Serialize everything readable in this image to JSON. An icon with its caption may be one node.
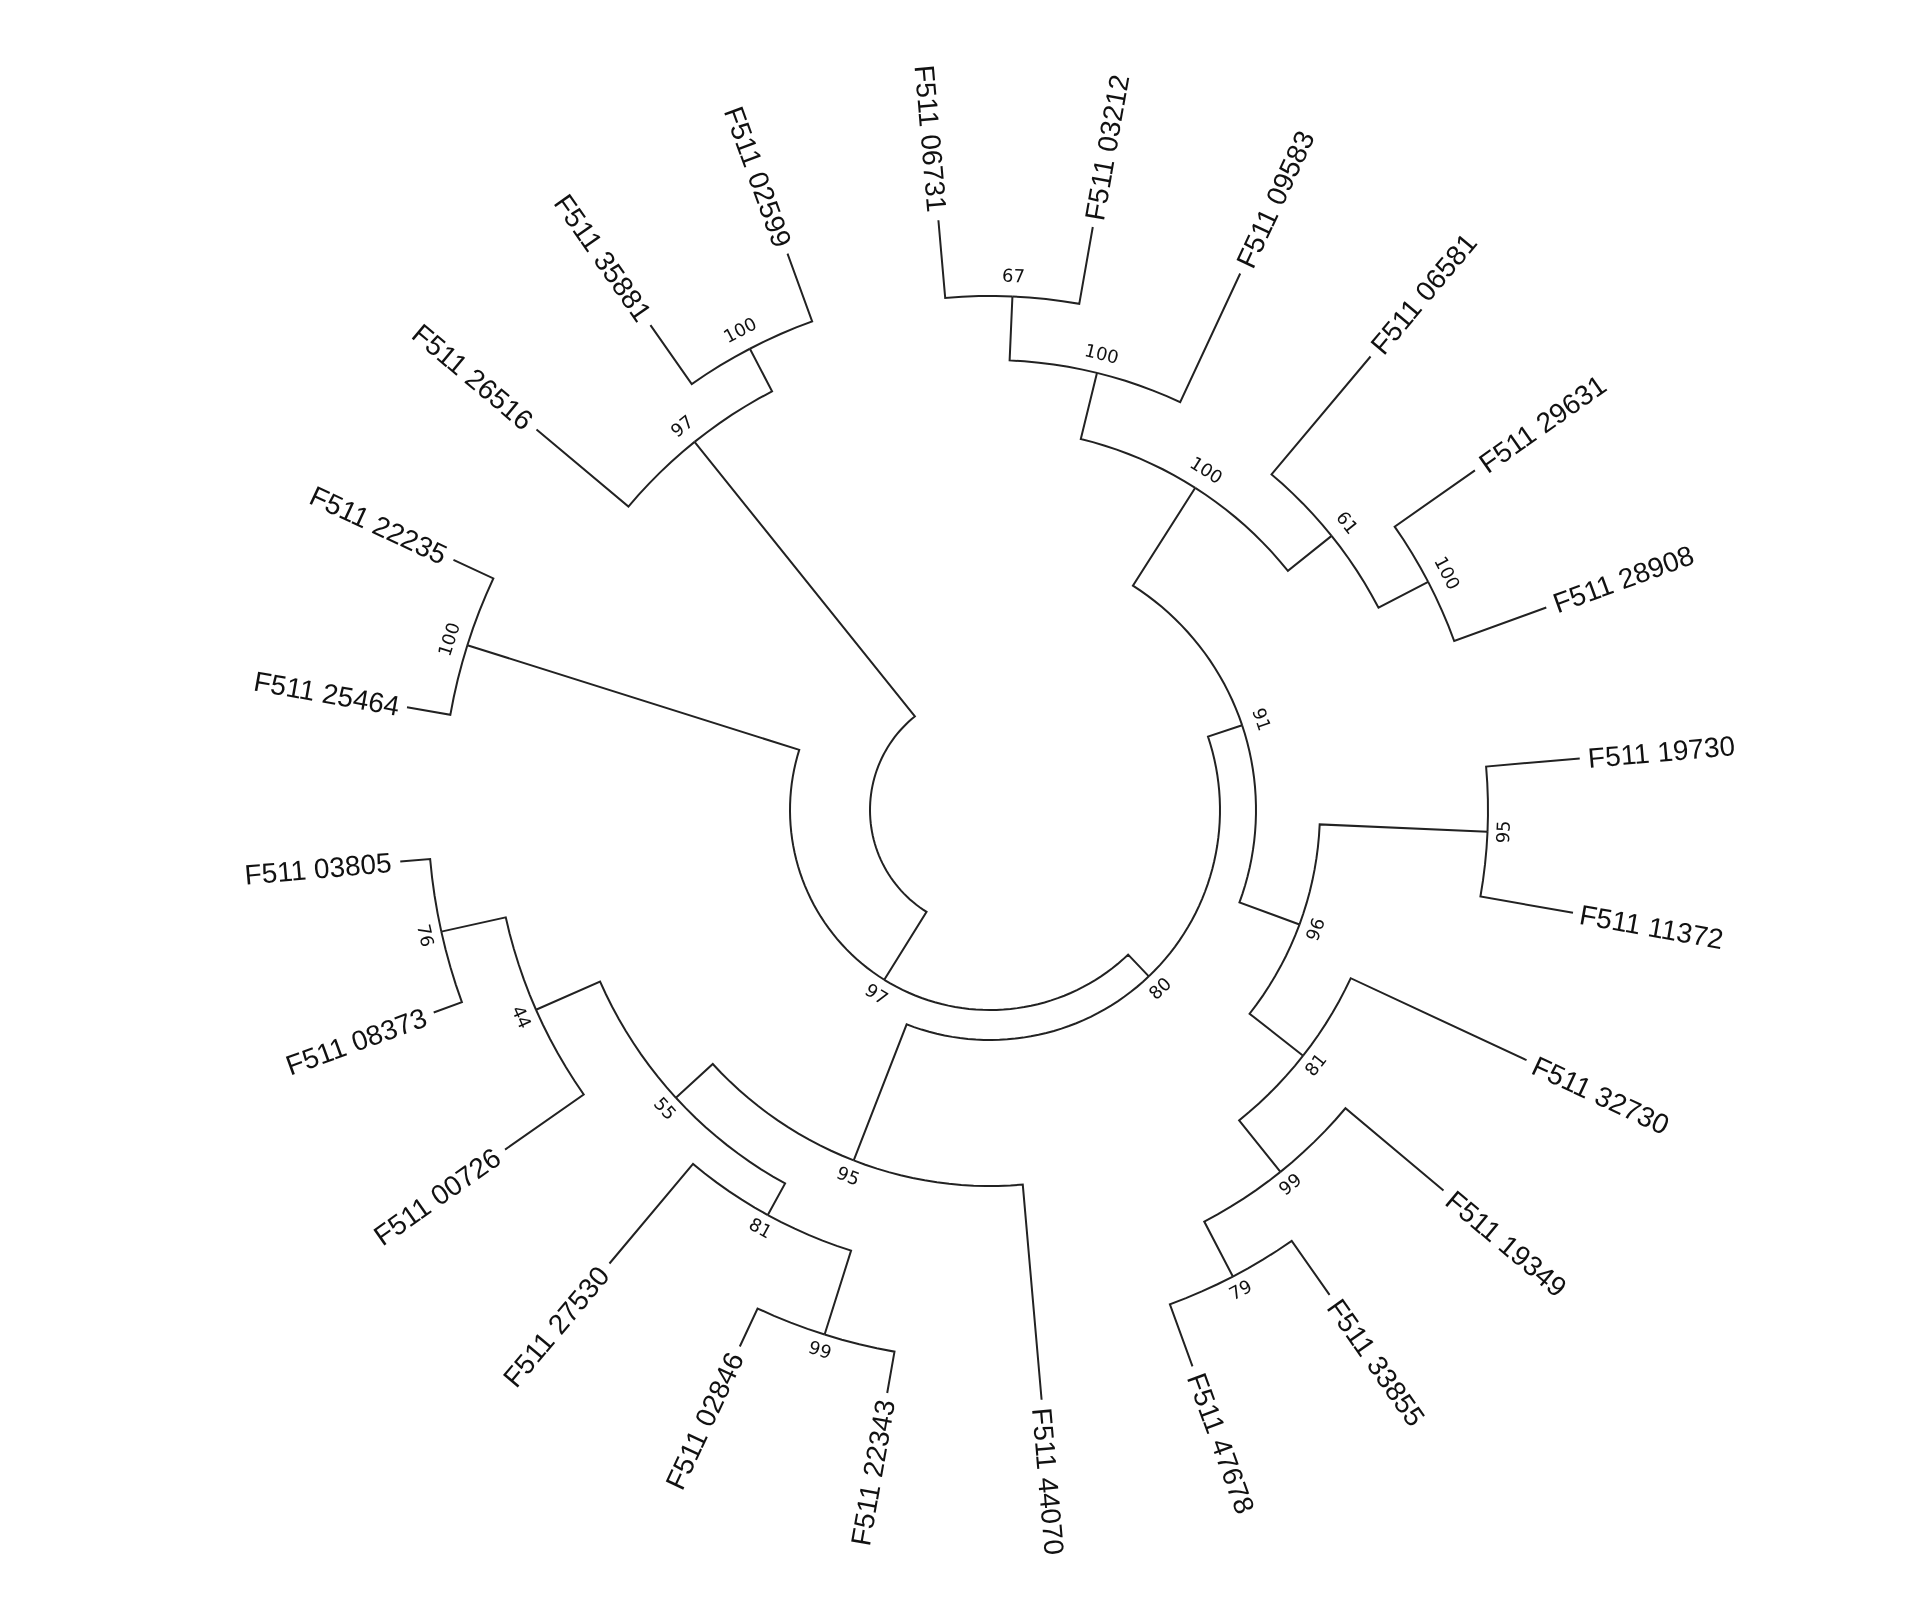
{
  "diagram": {
    "nodes": [
      {
        "text": [
          "97"
        ]
      },
      {
        "text": [
          "100"
        ]
      },
      {
        "text": [
          "F511 26516"
        ]
      },
      {
        "text": [
          "F511 35881"
        ]
      },
      {
        "text": [
          "F511 02599"
        ]
      },
      {
        "text": [
          "100"
        ]
      },
      {
        "text": [
          "F511 22235"
        ]
      },
      {
        "text": [
          "F511 25464"
        ]
      },
      {
        "text": [
          "97"
        ]
      },
      {
        "text": [
          "80"
        ]
      },
      {
        "text": [
          "91"
        ]
      },
      {
        "text": [
          "100"
        ]
      },
      {
        "text": [
          "100"
        ]
      },
      {
        "text": [
          "67"
        ]
      },
      {
        "text": [
          "F511 06731"
        ]
      },
      {
        "text": [
          "F511 03212"
        ]
      },
      {
        "text": [
          "F511 09583"
        ]
      },
      {
        "text": [
          "61"
        ]
      },
      {
        "text": [
          "F511 06581"
        ]
      },
      {
        "text": [
          "100"
        ]
      },
      {
        "text": [
          "F511 29631"
        ]
      },
      {
        "text": [
          "F511 28908"
        ]
      },
      {
        "text": [
          "96"
        ]
      },
      {
        "text": [
          "95"
        ]
      },
      {
        "text": [
          "F511 19730"
        ]
      },
      {
        "text": [
          "F511 11372"
        ]
      },
      {
        "text": [
          "81"
        ]
      },
      {
        "text": [
          "F511 32730"
        ]
      },
      {
        "text": [
          "99"
        ]
      },
      {
        "text": [
          "F511 19349"
        ]
      },
      {
        "text": [
          "79"
        ]
      },
      {
        "text": [
          "F511 33855"
        ]
      },
      {
        "text": [
          "F511 47678"
        ]
      },
      {
        "text": [
          "95"
        ]
      },
      {
        "text": [
          "F511 44070"
        ]
      },
      {
        "text": [
          "55"
        ]
      },
      {
        "text": [
          "81"
        ]
      },
      {
        "text": [
          "F511 27530"
        ]
      },
      {
        "text": [
          "99"
        ]
      },
      {
        "text": [
          "F511 02846"
        ]
      },
      {
        "text": [
          "F511 22343"
        ]
      },
      {
        "text": [
          "44"
        ]
      },
      {
        "text": [
          "F511 00726"
        ]
      },
      {
        "text": [
          "76"
        ]
      },
      {
        "text": [
          "F511 08373"
        ]
      },
      {
        "text": [
          "F511 03805"
        ]
      }
    ],
    "edges": [
      {
        "from": 0,
        "to": 8,
        "arrow": "none"
      },
      {
        "from": 0,
        "to": 2,
        "arrow": "none"
      },
      {
        "from": 0,
        "to": 1,
        "arrow": "none"
      },
      {
        "from": 1,
        "to": 3,
        "arrow": "none"
      },
      {
        "from": 1,
        "to": 4,
        "arrow": "none"
      },
      {
        "from": 8,
        "to": 5,
        "arrow": "none"
      },
      {
        "from": 5,
        "to": 6,
        "arrow": "none"
      },
      {
        "from": 5,
        "to": 7,
        "arrow": "none"
      },
      {
        "from": 8,
        "to": 9,
        "arrow": "none"
      },
      {
        "from": 9,
        "to": 10,
        "arrow": "none"
      },
      {
        "from": 9,
        "to": 33,
        "arrow": "none"
      },
      {
        "from": 10,
        "to": 11,
        "arrow": "none"
      },
      {
        "from": 10,
        "to": 22,
        "arrow": "none"
      },
      {
        "from": 11,
        "to": 12,
        "arrow": "none"
      },
      {
        "from": 11,
        "to": 17,
        "arrow": "none"
      },
      {
        "from": 12,
        "to": 13,
        "arrow": "none"
      },
      {
        "from": 12,
        "to": 16,
        "arrow": "none"
      },
      {
        "from": 13,
        "to": 14,
        "arrow": "none"
      },
      {
        "from": 13,
        "to": 15,
        "arrow": "none"
      },
      {
        "from": 17,
        "to": 18,
        "arrow": "none"
      },
      {
        "from": 17,
        "to": 19,
        "arrow": "none"
      },
      {
        "from": 19,
        "to": 20,
        "arrow": "none"
      },
      {
        "from": 19,
        "to": 21,
        "arrow": "none"
      },
      {
        "from": 22,
        "to": 23,
        "arrow": "none"
      },
      {
        "from": 22,
        "to": 26,
        "arrow": "none"
      },
      {
        "from": 23,
        "to": 24,
        "arrow": "none"
      },
      {
        "from": 23,
        "to": 25,
        "arrow": "none"
      },
      {
        "from": 26,
        "to": 27,
        "arrow": "none"
      },
      {
        "from": 26,
        "to": 28,
        "arrow": "none"
      },
      {
        "from": 28,
        "to": 29,
        "arrow": "none"
      },
      {
        "from": 28,
        "to": 30,
        "arrow": "none"
      },
      {
        "from": 30,
        "to": 31,
        "arrow": "none"
      },
      {
        "from": 30,
        "to": 32,
        "arrow": "none"
      },
      {
        "from": 33,
        "to": 35,
        "arrow": "none"
      },
      {
        "from": 33,
        "to": 34,
        "arrow": "none"
      },
      {
        "from": 35,
        "to": 41,
        "arrow": "none"
      },
      {
        "from": 35,
        "to": 36,
        "arrow": "none"
      },
      {
        "from": 36,
        "to": 37,
        "arrow": "none"
      },
      {
        "from": 36,
        "to": 38,
        "arrow": "none"
      },
      {
        "from": 38,
        "to": 39,
        "arrow": "none"
      },
      {
        "from": 38,
        "to": 40,
        "arrow": "none"
      },
      {
        "from": 41,
        "to": 43,
        "arrow": "none"
      },
      {
        "from": 41,
        "to": 42,
        "arrow": "none"
      },
      {
        "from": 43,
        "to": 44,
        "arrow": "none"
      },
      {
        "from": 43,
        "to": 45,
        "arrow": "none"
      }
    ]
  }
}
